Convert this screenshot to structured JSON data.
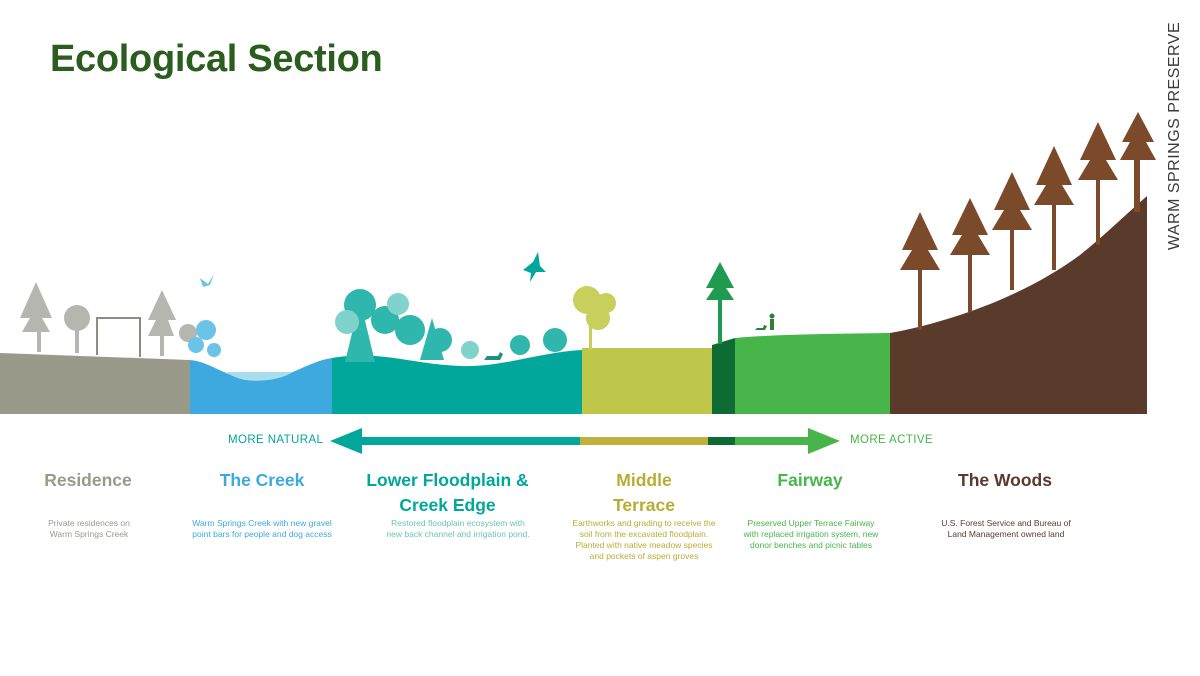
{
  "title": "Ecological Section",
  "side_label": "WARM SPRINGS PRESERVE",
  "arrow": {
    "left_label": "MORE NATURAL",
    "right_label": "MORE ACTIVE"
  },
  "colors": {
    "title": "#2b5d1f",
    "residence": "#9a9a8a",
    "creek": "#3da9de",
    "floodplain": "#00a79a",
    "terrace": "#bec74a",
    "fairway": "#47b549",
    "fairway_dark": "#0e6b34",
    "woods": "#5a3b2b"
  },
  "zones": [
    {
      "id": "residence",
      "title": "Residence",
      "desc": "Private residences on Warm Springs Creek"
    },
    {
      "id": "creek",
      "title": "The Creek",
      "desc": "Warm Springs Creek with new gravel point bars for people and dog access"
    },
    {
      "id": "floodplain",
      "title": "Lower Floodplain & Creek Edge",
      "desc": "Restored floodplain ecosystem with new back channel and irrigation pond."
    },
    {
      "id": "terrace",
      "title": "Middle Terrace",
      "desc": "Earthworks and grading to receive the soil from the excavated floodplain. Planted with native meadow species and pockets of aspen groves"
    },
    {
      "id": "fairway",
      "title": "Fairway",
      "desc": "Preserved Upper Terrace Fairway with replaced irrigation system, new donor benches and picnic tables"
    },
    {
      "id": "woods",
      "title": "The Woods",
      "desc": "U.S. Forest Service and Bureau of Land Management owned land"
    }
  ]
}
